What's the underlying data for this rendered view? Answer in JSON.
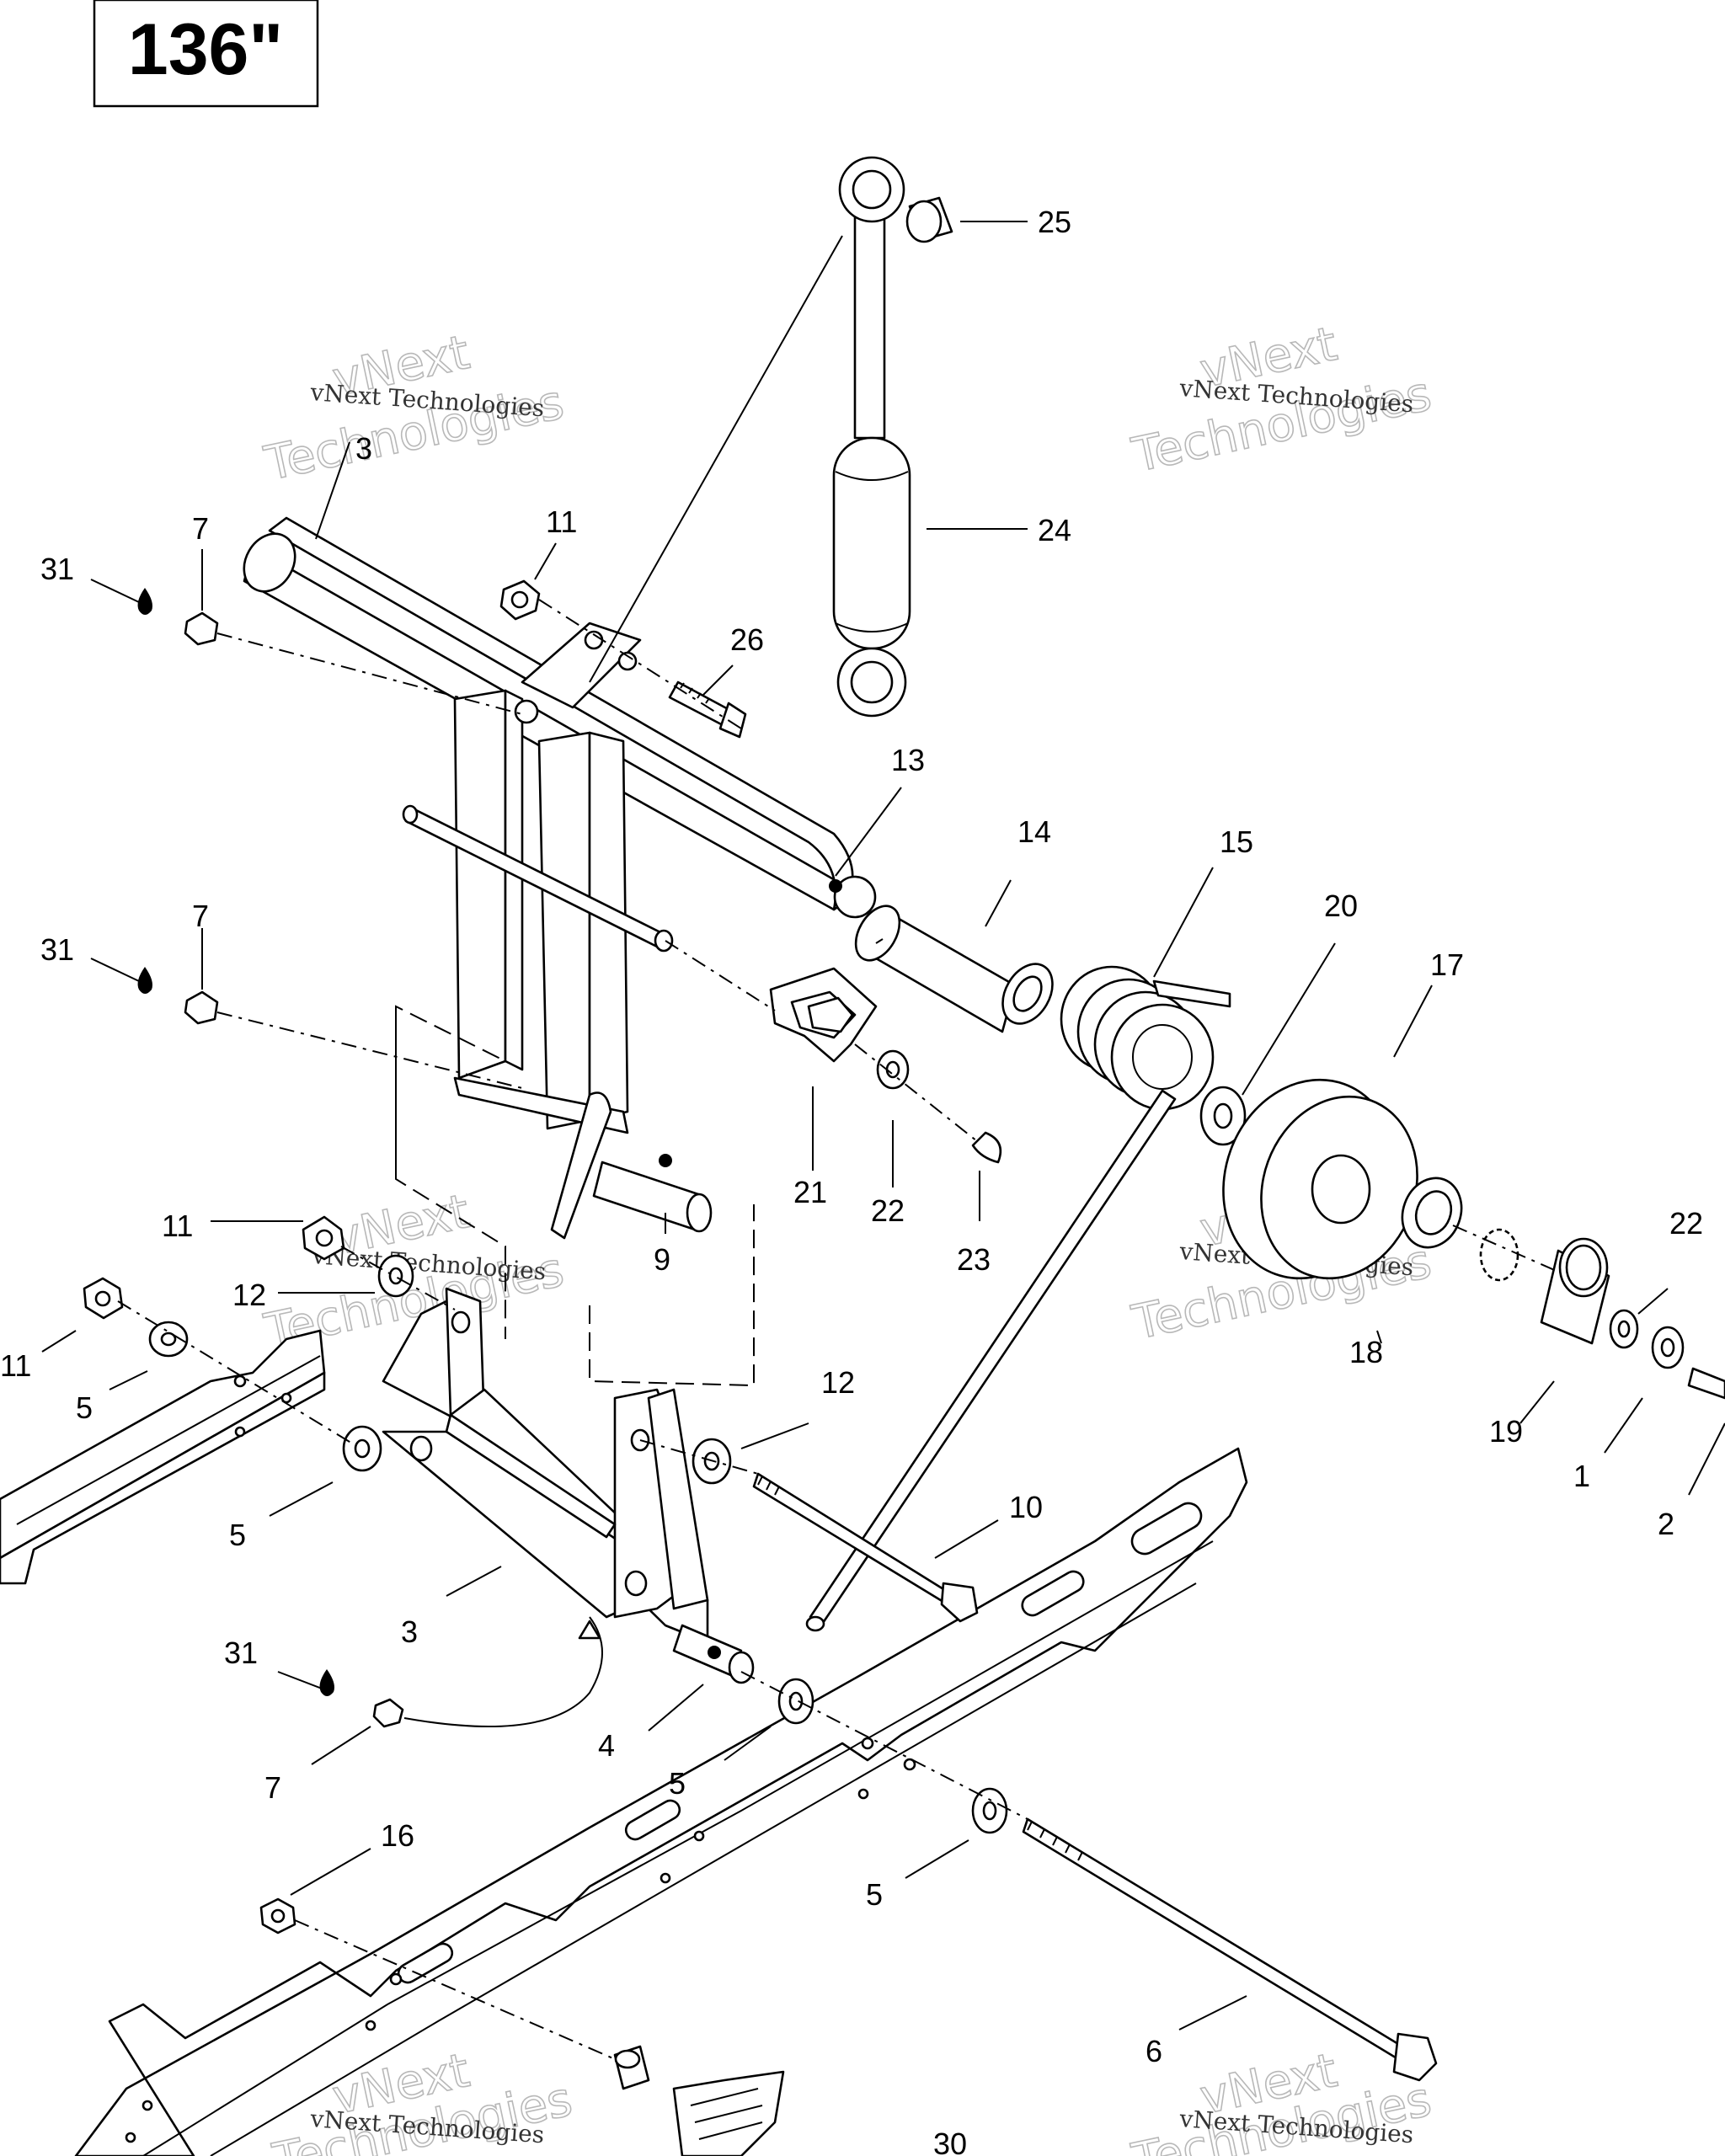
{
  "title": "136\"",
  "watermark": {
    "line_small": "vNext Technologies",
    "big_top": "vNext",
    "big_bottom": "Technologies",
    "color": "#b8b8b8"
  },
  "callouts": {
    "c1": "1",
    "c2": "2",
    "c3a": "3",
    "c3b": "3",
    "c4": "4",
    "c5a": "5",
    "c5b": "5",
    "c5c": "5",
    "c5d": "5",
    "c6": "6",
    "c7a": "7",
    "c7b": "7",
    "c7c": "7",
    "c9": "9",
    "c10": "10",
    "c11a": "11",
    "c11b": "11",
    "c11c": "11",
    "c12a": "12",
    "c12b": "12",
    "c13": "13",
    "c14": "14",
    "c15": "15",
    "c16": "16",
    "c17": "17",
    "c18": "18",
    "c19": "19",
    "c20": "20",
    "c21": "21",
    "c22a": "22",
    "c22b": "22",
    "c23": "23",
    "c24": "24",
    "c25": "25",
    "c26": "26",
    "c30": "30",
    "c31a": "31",
    "c31b": "31",
    "c31c": "31"
  }
}
